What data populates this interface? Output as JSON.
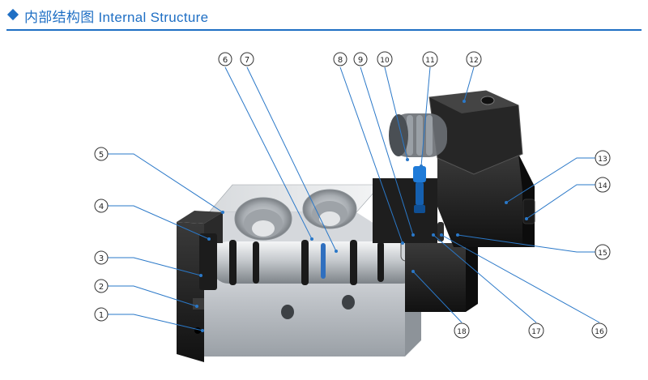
{
  "header": {
    "title": "内部结构图  Internal Structure"
  },
  "colors": {
    "accent": "#1f6fc4",
    "leader": "#2a78c8",
    "body": "#1a1a1a",
    "metal": "#c9cdd2"
  },
  "callouts": [
    "1",
    "2",
    "3",
    "4",
    "5",
    "6",
    "7",
    "8",
    "9",
    "10",
    "11",
    "12",
    "13",
    "14",
    "15",
    "16",
    "17",
    "18"
  ]
}
